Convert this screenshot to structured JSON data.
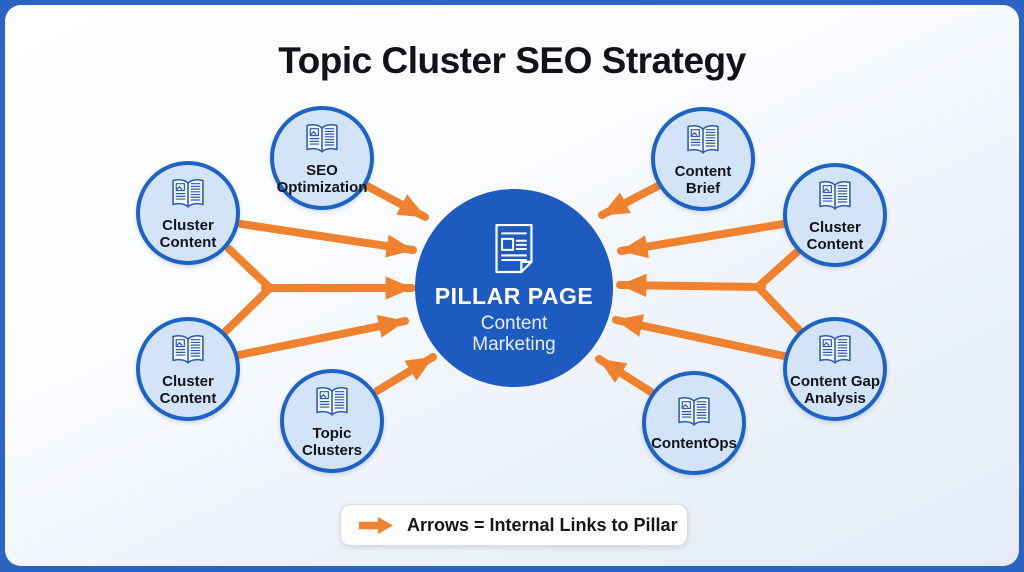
{
  "title": "Topic Cluster SEO Strategy",
  "pillar": {
    "icon": "document-page-icon",
    "title": "PILLAR PAGE",
    "subtitle": "Content\nMarketing"
  },
  "nodes": [
    {
      "id": "cluster-content-top-left",
      "icon": "open-book-icon",
      "label": "Cluster\nContent"
    },
    {
      "id": "seo-optimization",
      "icon": "open-book-icon",
      "label": "SEO\nOptimization"
    },
    {
      "id": "cluster-content-bottom-left",
      "icon": "open-book-icon",
      "label": "Cluster\nContent"
    },
    {
      "id": "topic-clusters",
      "icon": "open-book-icon",
      "label": "Topic\nClusters"
    },
    {
      "id": "content-brief",
      "icon": "open-book-icon",
      "label": "Content\nBrief"
    },
    {
      "id": "cluster-content-right",
      "icon": "open-book-icon",
      "label": "Cluster\nContent"
    },
    {
      "id": "content-gap-analysis",
      "icon": "open-book-icon",
      "label": "Content Gap\nAnalysis"
    },
    {
      "id": "contentops",
      "icon": "open-book-icon",
      "label": "ContentOps"
    }
  ],
  "legend": {
    "icon": "arrow-right-icon",
    "text": "Arrows = Internal Links to Pillar"
  },
  "colors": {
    "arrow_orange": "#F0812F",
    "pillar_blue": "#1E5BC0",
    "node_fill": "#D3E4F8",
    "node_border": "#1E63C4",
    "frame_blue": "#2C64C4"
  }
}
